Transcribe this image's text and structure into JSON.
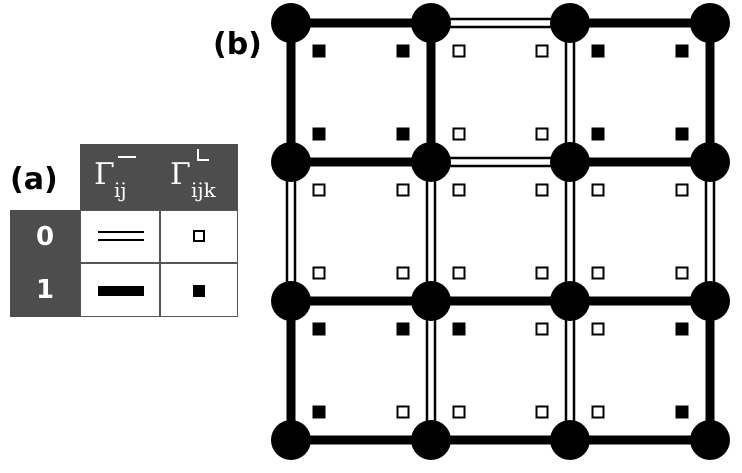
{
  "panel_a": {
    "label": "(a)",
    "col_headers": [
      {
        "symbol": "Γ",
        "subscript": "ij",
        "superscript_shape": "bar"
      },
      {
        "symbol": "Γ",
        "subscript": "ijk",
        "superscript_shape": "corner"
      }
    ],
    "rows": [
      {
        "label": "0",
        "edge_style": "double",
        "plaquette_style": "open-square"
      },
      {
        "label": "1",
        "edge_style": "solid",
        "plaquette_style": "filled-square"
      }
    ]
  },
  "panel_b": {
    "label": "(b)",
    "grid": {
      "rows": 3,
      "cols": 3
    },
    "horizontal_edges": [
      [
        "solid",
        "double",
        "solid"
      ],
      [
        "solid",
        "double",
        "solid"
      ],
      [
        "solid",
        "solid",
        "solid"
      ],
      [
        "solid",
        "solid",
        "solid"
      ]
    ],
    "vertical_edges": [
      [
        "solid",
        "solid",
        "double",
        "solid"
      ],
      [
        "double",
        "double",
        "double",
        "double"
      ],
      [
        "solid",
        "double",
        "double",
        "solid"
      ]
    ],
    "corner_squares": [
      [
        [
          "filled",
          "filled",
          "filled",
          "filled"
        ],
        [
          "open",
          "open",
          "open",
          "open"
        ],
        [
          "filled",
          "filled",
          "filled",
          "filled"
        ]
      ],
      [
        [
          "open",
          "open",
          "open",
          "open"
        ],
        [
          "open",
          "open",
          "open",
          "open"
        ],
        [
          "open",
          "open",
          "open",
          "open"
        ]
      ],
      [
        [
          "filled",
          "filled",
          "filled",
          "open"
        ],
        [
          "filled",
          "open",
          "open",
          "open"
        ],
        [
          "open",
          "filled",
          "open",
          "filled"
        ]
      ]
    ]
  },
  "colors": {
    "ink": "#000000",
    "header_bg": "#4d4d4d",
    "paper": "#ffffff"
  }
}
